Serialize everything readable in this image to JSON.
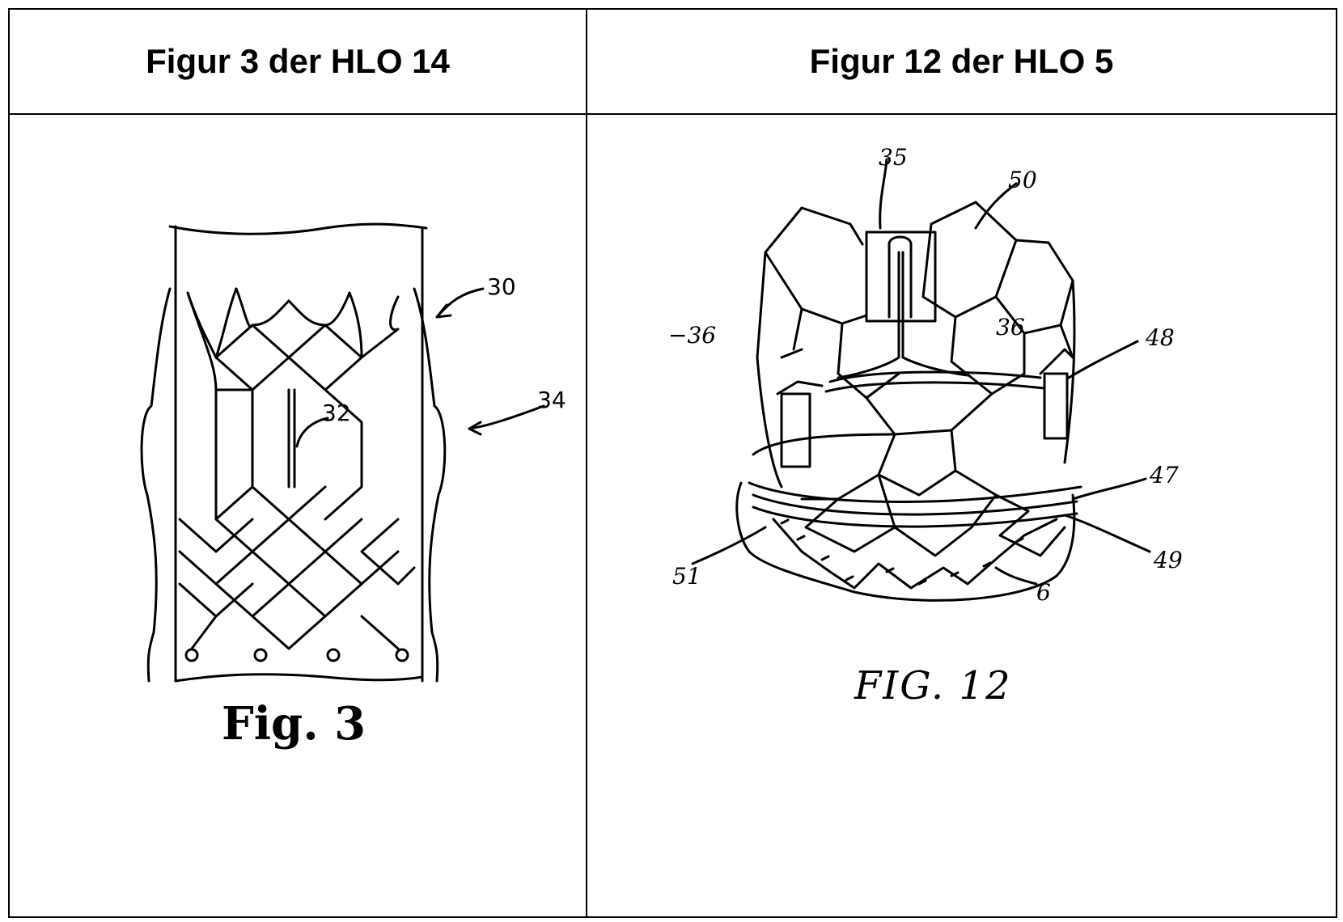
{
  "headers": {
    "left": "Figur 3 der HLO 14",
    "right": "Figur 12 der HLO 5"
  },
  "figure3": {
    "caption": "Fig. 3",
    "labels": {
      "l30": "30",
      "l32": "32",
      "l34": "34"
    }
  },
  "figure12": {
    "caption": "FIG.  12",
    "labels": {
      "l35": "35",
      "l50": "50",
      "l36a": "−36",
      "l36b": "36",
      "l48": "48",
      "l47": "47",
      "l49": "49",
      "l51": "51",
      "l6": "6"
    }
  }
}
